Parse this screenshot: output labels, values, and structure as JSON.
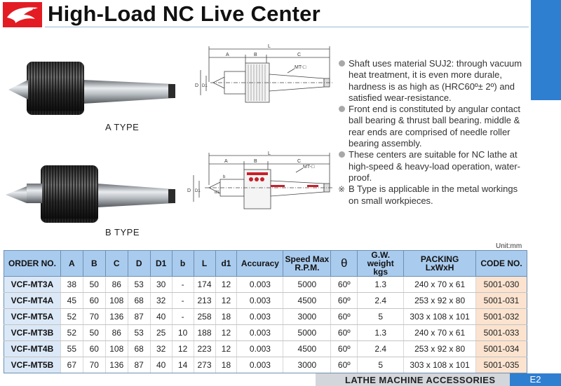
{
  "header": {
    "title": "High-Load NC Live Center",
    "brand_color": "#e31b23",
    "accent_color": "#2f7fd0"
  },
  "figures": {
    "a_type_label": "A  TYPE",
    "b_type_label": "B  TYPE",
    "dim_a": "A",
    "dim_b": "B",
    "dim_c": "C",
    "dim_l": "L",
    "dim_d": "D",
    "dim_d1": "D1",
    "dim_b_small": "b",
    "dim_d1_small": "d1",
    "mt_label": "MT-□"
  },
  "features": [
    "Shaft uses material SUJ2:  through vacuum heat treatment, it is even more durale, hardness is as high as (HRC60º± 2º)  and satisfied wear-resistance.",
    "Front end is constituted by angular contact ball bearing & thrust ball bearing. middle & rear ends are comprised of needle roller bearing assembly.",
    "These centers are suitable for NC lathe at high-speed & heavy-load operation, water-proof."
  ],
  "note": {
    "symbol": "※",
    "text": "B Type is applicable in the metal workings on small workpieces."
  },
  "table": {
    "unit": "Unit:mm",
    "headers": {
      "order": "ORDER NO.",
      "a": "A",
      "b": "B",
      "c": "C",
      "d": "D",
      "d1": "D1",
      "bs": "b",
      "l": "L",
      "d1s": "d1",
      "accuracy": "Accuracy",
      "speed_1": "Speed Max",
      "speed_2": "R.P.M.",
      "theta": "θ",
      "gw_1": "G.W.",
      "gw_2": "weight kgs",
      "pack_1": "PACKING",
      "pack_2": "LxWxH",
      "code": "CODE NO."
    },
    "rows": [
      {
        "order": "VCF-MT3A",
        "a": "38",
        "b": "50",
        "c": "86",
        "d": "53",
        "d1": "30",
        "bs": "-",
        "l": "174",
        "d1s": "12",
        "accuracy": "0.003",
        "speed": "5000",
        "theta": "60º",
        "gw": "1.3",
        "packing": "240 x 70 x 61",
        "code": "5001-030"
      },
      {
        "order": "VCF-MT4A",
        "a": "45",
        "b": "60",
        "c": "108",
        "d": "68",
        "d1": "32",
        "bs": "-",
        "l": "213",
        "d1s": "12",
        "accuracy": "0.003",
        "speed": "4500",
        "theta": "60º",
        "gw": "2.4",
        "packing": "253 x 92 x 80",
        "code": "5001-031"
      },
      {
        "order": "VCF-MT5A",
        "a": "52",
        "b": "70",
        "c": "136",
        "d": "87",
        "d1": "40",
        "bs": "-",
        "l": "258",
        "d1s": "18",
        "accuracy": "0.003",
        "speed": "3000",
        "theta": "60º",
        "gw": "5",
        "packing": "303 x 108 x 101",
        "code": "5001-032"
      },
      {
        "order": "VCF-MT3B",
        "a": "52",
        "b": "50",
        "c": "86",
        "d": "53",
        "d1": "25",
        "bs": "10",
        "l": "188",
        "d1s": "12",
        "accuracy": "0.003",
        "speed": "5000",
        "theta": "60º",
        "gw": "1.3",
        "packing": "240 x 70 x 61",
        "code": "5001-033"
      },
      {
        "order": "VCF-MT4B",
        "a": "55",
        "b": "60",
        "c": "108",
        "d": "68",
        "d1": "32",
        "bs": "12",
        "l": "223",
        "d1s": "12",
        "accuracy": "0.003",
        "speed": "4500",
        "theta": "60º",
        "gw": "2.4",
        "packing": "253 x 92 x 80",
        "code": "5001-034"
      },
      {
        "order": "VCF-MT5B",
        "a": "67",
        "b": "70",
        "c": "136",
        "d": "87",
        "d1": "40",
        "bs": "14",
        "l": "273",
        "d1s": "18",
        "accuracy": "0.003",
        "speed": "3000",
        "theta": "60º",
        "gw": "5",
        "packing": "303 x 108 x 101",
        "code": "5001-035"
      }
    ]
  },
  "footer": {
    "section": "LATHE MACHINE ACCESSORIES",
    "page": "E2"
  }
}
